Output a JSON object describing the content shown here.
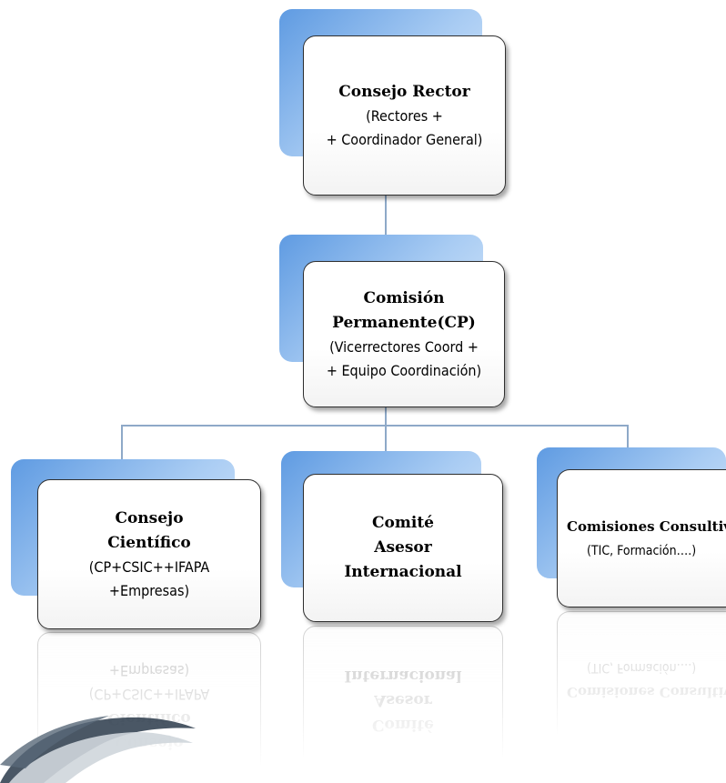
{
  "nodes": {
    "consejo_rector": {
      "title": "Consejo Rector",
      "line1": "(Rectores +",
      "line2": "+ Coordinador General)"
    },
    "comision_permanente": {
      "title1": "Comisión",
      "title2": "Permanente(CP)",
      "line1": "(Vicerrectores Coord +",
      "line2": "+ Equipo Coordinación)"
    },
    "consejo_cientifico": {
      "title1": "Consejo",
      "title2": "Científico",
      "line1": "(CP+CSIC++IFAPA",
      "line2": "+Empresas)"
    },
    "comite_asesor": {
      "title1": "Comité",
      "title2": "Asesor",
      "title3": "Internacional"
    },
    "comisiones_consultivas": {
      "title": "Comisiones Consultivas",
      "line1": "(TIC, Formación….)"
    }
  },
  "colors": {
    "tab_gradient_start": "#5f9be2",
    "tab_gradient_end": "#d9e9fb",
    "card_border": "#2f2f2f",
    "connector": "#8ea9c8"
  }
}
